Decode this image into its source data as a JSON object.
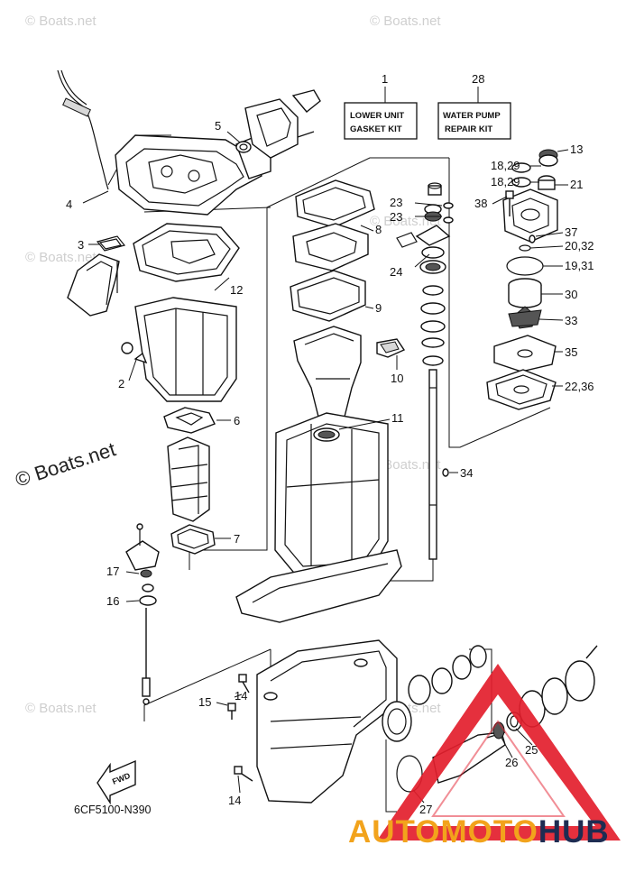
{
  "watermarks": {
    "site_small": "© Boats.net",
    "site_large": "© Boats.net"
  },
  "kits": {
    "gasket": {
      "number": "1",
      "line1": "LOWER UNIT",
      "line2": "GASKET KIT"
    },
    "pump": {
      "number": "28",
      "line1": "WATER PUMP",
      "line2": "REPAIR KIT"
    }
  },
  "labels": {
    "p2": "2",
    "p3": "3",
    "p4": "4",
    "p5": "5",
    "p6": "6",
    "p7": "7",
    "p8": "8",
    "p9": "9",
    "p10": "10",
    "p11": "11",
    "p12": "12",
    "p13": "13",
    "p14a": "14",
    "p14b": "14",
    "p15": "15",
    "p16": "16",
    "p17": "17",
    "p18_29a": "18,29",
    "p18_29b": "18,29",
    "p19_31": "19,31",
    "p20_32": "20,32",
    "p21": "21",
    "p22_36": "22,36",
    "p23a": "23",
    "p23b": "23",
    "p24": "24",
    "p25": "25",
    "p26": "26",
    "p27": "27",
    "p30": "30",
    "p33": "33",
    "p34": "34",
    "p35": "35",
    "p37": "37",
    "p38": "38"
  },
  "fwd": "FWD",
  "diagram_code": "6CF5100-N390",
  "logo": {
    "part1": "AUTOMOTO",
    "part2": "HUB",
    "color1": "#f2a31c",
    "color2": "#1e2c52",
    "triangle": "#e31e2d"
  }
}
